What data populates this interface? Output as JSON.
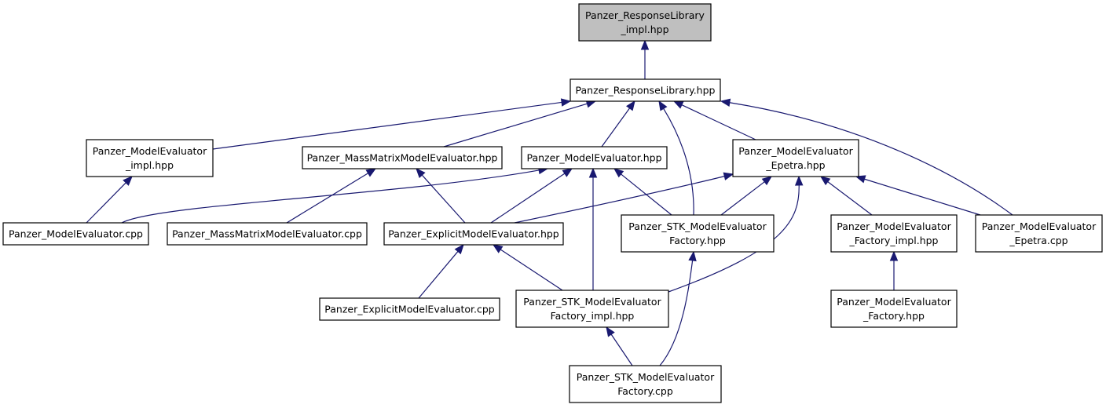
{
  "diagram": {
    "nodes": [
      {
        "id": "rl_impl",
        "lines": [
          "Panzer_ResponseLibrary",
          "_impl.hpp"
        ],
        "highlight": true
      },
      {
        "id": "rl",
        "lines": [
          "Panzer_ResponseLibrary.hpp"
        ]
      },
      {
        "id": "me_impl",
        "lines": [
          "Panzer_ModelEvaluator",
          "_impl.hpp"
        ]
      },
      {
        "id": "mm_hpp",
        "lines": [
          "Panzer_MassMatrixModelEvaluator.hpp"
        ]
      },
      {
        "id": "me_hpp",
        "lines": [
          "Panzer_ModelEvaluator.hpp"
        ]
      },
      {
        "id": "me_ep",
        "lines": [
          "Panzer_ModelEvaluator",
          "_Epetra.hpp"
        ]
      },
      {
        "id": "me_cpp",
        "lines": [
          "Panzer_ModelEvaluator.cpp"
        ]
      },
      {
        "id": "mm_cpp",
        "lines": [
          "Panzer_MassMatrixModelEvaluator.cpp"
        ]
      },
      {
        "id": "ex_hpp",
        "lines": [
          "Panzer_ExplicitModelEvaluator.hpp"
        ]
      },
      {
        "id": "stk_fac",
        "lines": [
          "Panzer_STK_ModelEvaluator",
          "Factory.hpp"
        ]
      },
      {
        "id": "fac_impl",
        "lines": [
          "Panzer_ModelEvaluator",
          "_Factory_impl.hpp"
        ]
      },
      {
        "id": "ep_cpp",
        "lines": [
          "Panzer_ModelEvaluator",
          "_Epetra.cpp"
        ]
      },
      {
        "id": "ex_cpp",
        "lines": [
          "Panzer_ExplicitModelEvaluator.cpp"
        ]
      },
      {
        "id": "stk_impl",
        "lines": [
          "Panzer_STK_ModelEvaluator",
          "Factory_impl.hpp"
        ]
      },
      {
        "id": "fac_hpp",
        "lines": [
          "Panzer_ModelEvaluator",
          "_Factory.hpp"
        ]
      },
      {
        "id": "stk_cpp",
        "lines": [
          "Panzer_STK_ModelEvaluator",
          "Factory.cpp"
        ]
      }
    ],
    "edges": [
      [
        "rl",
        "rl_impl"
      ],
      [
        "me_impl",
        "rl"
      ],
      [
        "mm_hpp",
        "rl"
      ],
      [
        "me_hpp",
        "rl"
      ],
      [
        "stk_fac",
        "rl"
      ],
      [
        "me_ep",
        "rl"
      ],
      [
        "ep_cpp",
        "rl"
      ],
      [
        "me_cpp",
        "me_impl"
      ],
      [
        "me_cpp",
        "me_hpp"
      ],
      [
        "mm_cpp",
        "mm_hpp"
      ],
      [
        "ex_hpp",
        "mm_hpp"
      ],
      [
        "ex_hpp",
        "me_hpp"
      ],
      [
        "stk_impl",
        "me_hpp"
      ],
      [
        "stk_fac",
        "me_hpp"
      ],
      [
        "ex_hpp",
        "me_ep"
      ],
      [
        "stk_fac",
        "me_ep"
      ],
      [
        "stk_impl",
        "me_ep"
      ],
      [
        "fac_impl",
        "me_ep"
      ],
      [
        "ep_cpp",
        "me_ep"
      ],
      [
        "ex_cpp",
        "ex_hpp"
      ],
      [
        "stk_impl",
        "ex_hpp"
      ],
      [
        "stk_cpp",
        "stk_fac"
      ],
      [
        "stk_cpp",
        "stk_impl"
      ],
      [
        "fac_hpp",
        "fac_impl"
      ]
    ]
  }
}
